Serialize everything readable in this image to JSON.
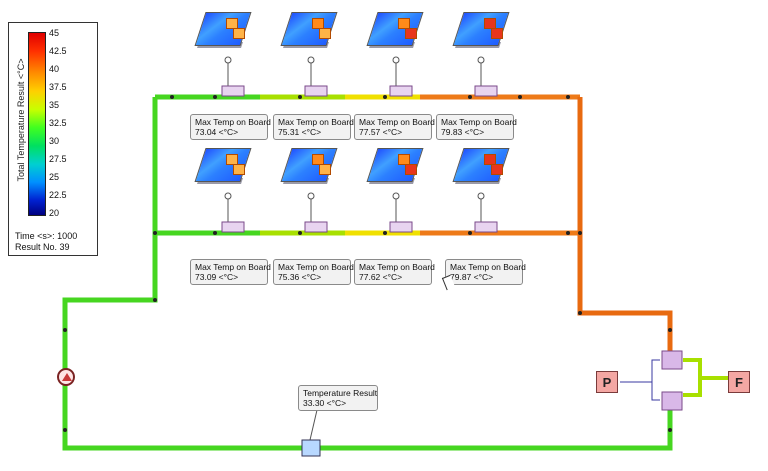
{
  "legend": {
    "title": "Total Temperature Result <°C>",
    "ticks": [
      "45",
      "42.5",
      "40",
      "37.5",
      "35",
      "32.5",
      "30",
      "27.5",
      "25",
      "22.5",
      "20"
    ],
    "time_label": "Time <s>: 1000",
    "result_label": "Result No. 39"
  },
  "callouts": {
    "row1": [
      {
        "title": "Max Temp on Board",
        "value": "73.04 <°C>"
      },
      {
        "title": "Max Temp on Board",
        "value": "75.31 <°C>"
      },
      {
        "title": "Max Temp on Board",
        "value": "77.57 <°C>"
      },
      {
        "title": "Max Temp on Board",
        "value": "79.83 <°C>"
      }
    ],
    "row2": [
      {
        "title": "Max Temp on Board",
        "value": "73.09 <°C>"
      },
      {
        "title": "Max Temp on Board",
        "value": "75.36 <°C>"
      },
      {
        "title": "Max Temp on Board",
        "value": "77.62 <°C>"
      },
      {
        "title": "Max Temp on Board",
        "value": "79.87 <°C>"
      }
    ],
    "sensor": {
      "title": "Temperature Result",
      "value": "33.30 <°C>"
    }
  },
  "tanks": {
    "left": "P",
    "right": "F"
  },
  "colors": {
    "green": "#46d620",
    "lime": "#a8e000",
    "yellow": "#f0e000",
    "orange": "#ee7a18",
    "deep_orange": "#e86a10",
    "pipe_edge": "#333333"
  }
}
